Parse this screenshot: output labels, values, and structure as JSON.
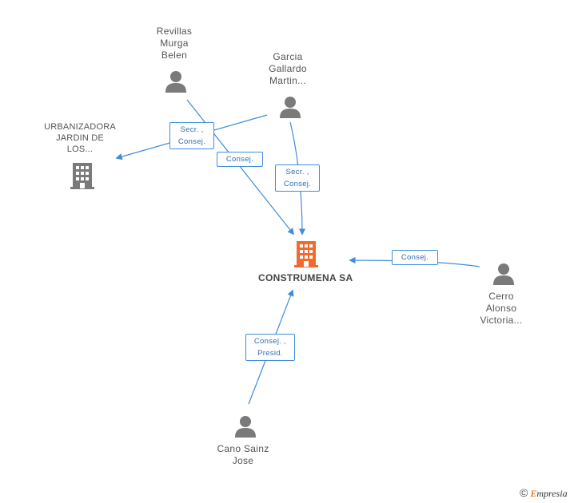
{
  "nodes": {
    "revillas": {
      "lines": [
        "Revillas",
        "Murga",
        "Belen"
      ]
    },
    "garcia": {
      "lines": [
        "Garcia",
        "Gallardo",
        "Martin..."
      ]
    },
    "urbanizadora": {
      "lines": [
        "URBANIZADORA",
        "JARDIN DE",
        "LOS..."
      ]
    },
    "construmena": {
      "name": "CONSTRUMENA SA"
    },
    "cerro": {
      "lines": [
        "Cerro",
        "Alonso",
        "Victoria..."
      ]
    },
    "cano": {
      "lines": [
        "Cano Sainz",
        "Jose"
      ]
    }
  },
  "edges": {
    "garcia_urbanizadora": {
      "lines": [
        "Secr. ,",
        "Consej."
      ]
    },
    "revillas_construmena": {
      "lines": [
        "Consej."
      ]
    },
    "garcia_construmena": {
      "lines": [
        "Secr. ,",
        "Consej."
      ]
    },
    "cerro_construmena": {
      "lines": [
        "Consej."
      ]
    },
    "cano_construmena": {
      "lines": [
        "Consej. ,",
        "Presid."
      ]
    }
  },
  "footer": {
    "copyright": "©",
    "brand_initial": "E",
    "brand_rest": "mpresia"
  },
  "colors": {
    "edge": "#3f8ddb",
    "person_icon": "#7a7a7a",
    "company_icon": "#7a7a7a",
    "main_company_icon": "#f26a2e"
  }
}
